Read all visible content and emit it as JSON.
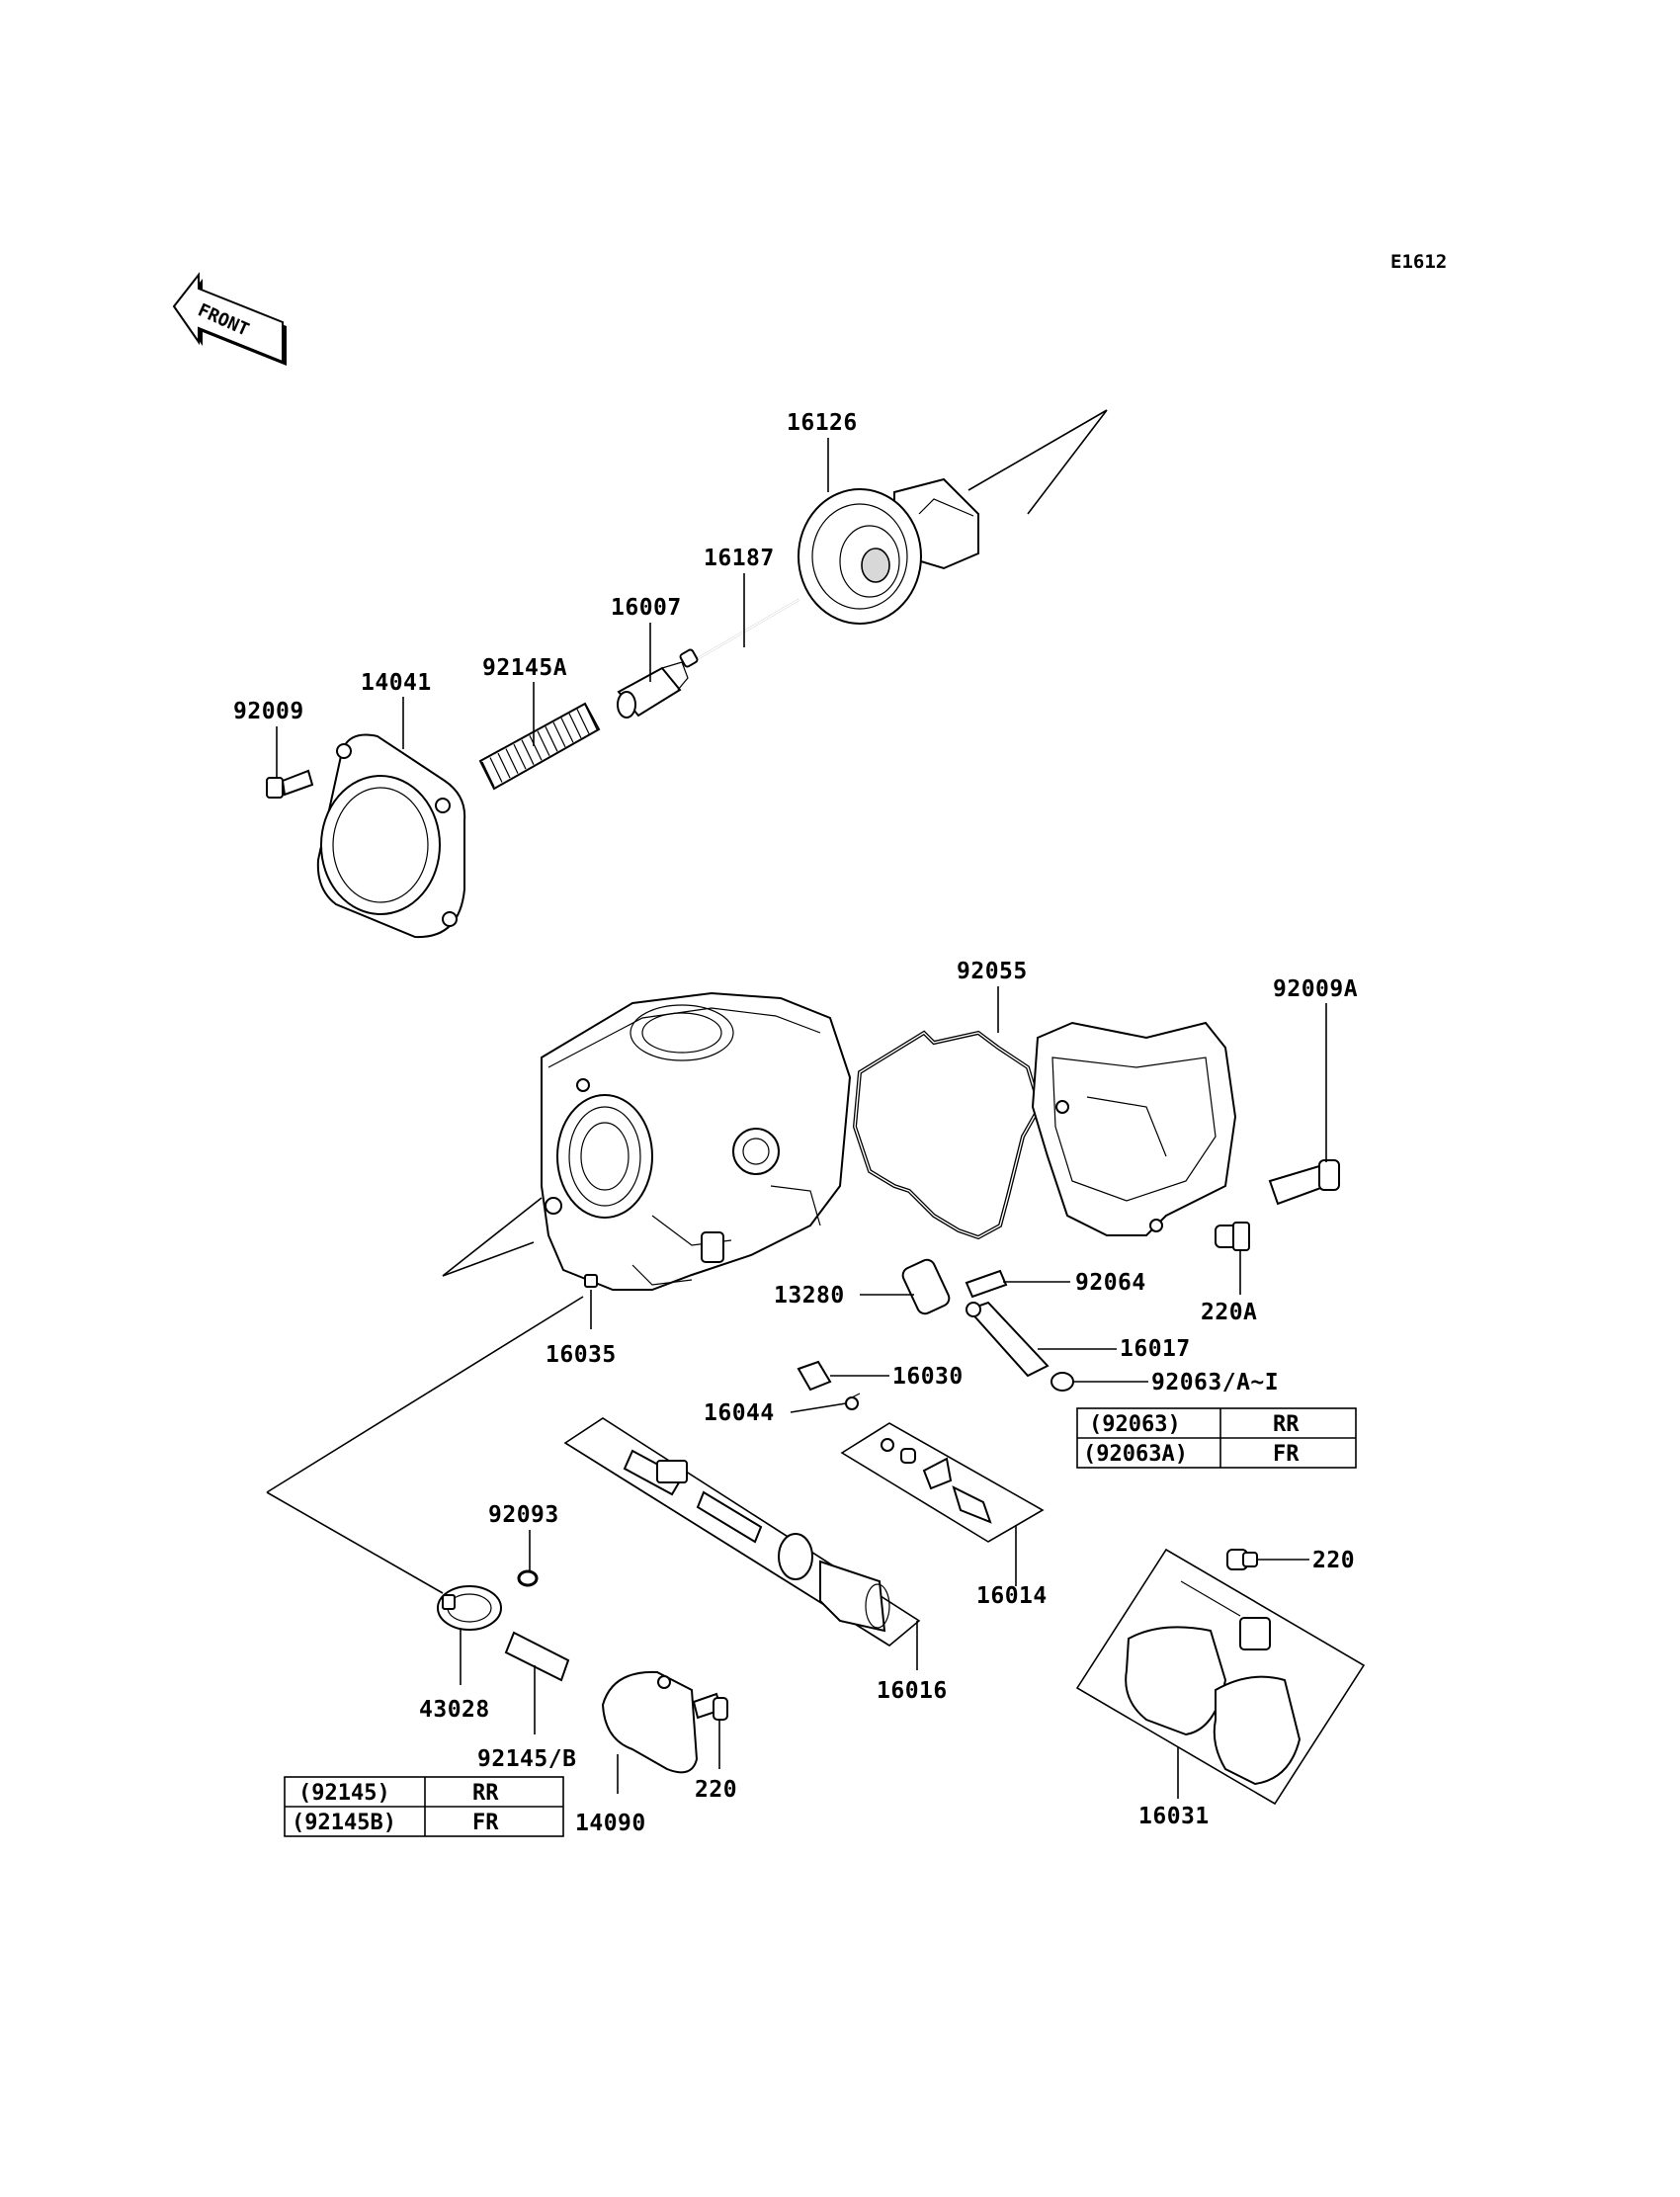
{
  "diagram_code": "E1612",
  "front_label": "FRONT",
  "parts": {
    "p16126": "16126",
    "p16187": "16187",
    "p16007": "16007",
    "p92145A": "92145A",
    "p14041": "14041",
    "p92009": "92009",
    "p92055": "92055",
    "p92009A": "92009A",
    "p13280": "13280",
    "p92064": "92064",
    "p220A": "220A",
    "p16017": "16017",
    "p16035": "16035",
    "p16030": "16030",
    "p92063": "92063/A~I",
    "p16044": "16044",
    "p92093": "92093",
    "p16014": "16014",
    "p220_right": "220",
    "p43028": "43028",
    "p16016": "16016",
    "p92145B": "92145/B",
    "p220_bottom": "220",
    "p14090": "14090",
    "p16031": "16031"
  },
  "table_92063": [
    {
      "part": "(92063)",
      "position": "RR"
    },
    {
      "part": "(92063A)",
      "position": "FR"
    }
  ],
  "table_92145": [
    {
      "part": "(92145)",
      "position": "RR"
    },
    {
      "part": "(92145B)",
      "position": "FR"
    }
  ]
}
